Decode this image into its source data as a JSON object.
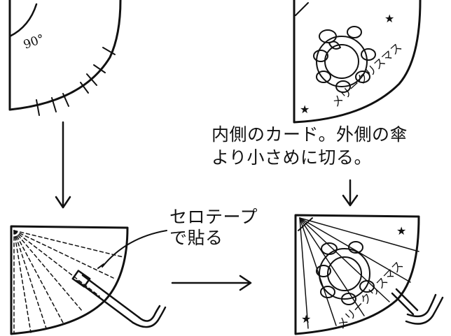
{
  "steps": {
    "top_left": {
      "angle_label": "90°"
    },
    "top_right": {
      "card_message": "メリークリスマス",
      "caption_lines": [
        "内側のカード。外側の傘",
        "より小さめに切る。"
      ]
    },
    "bottom_left": {
      "tape_label_lines": [
        "セロテープ",
        "で貼る"
      ]
    },
    "bottom_right": {
      "card_message": "メリークリスマス"
    }
  }
}
